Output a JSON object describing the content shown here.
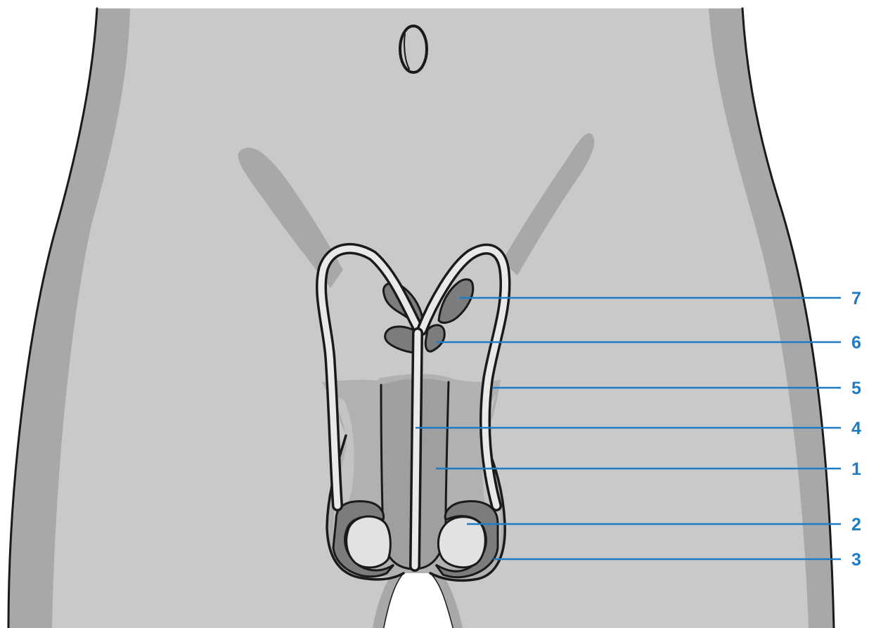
{
  "colors": {
    "background": "#ffffff",
    "body_fill": "#c8c9cb",
    "shadow_fill": "#a7a8aa",
    "organ_mid": "#9e9fa1",
    "organ_dark": "#7b7c7e",
    "tube_light": "#e9e9ea",
    "outline": "#1a1a1a",
    "callout": "#1f7cc1"
  },
  "labels": [
    {
      "id": "7",
      "text": "7"
    },
    {
      "id": "6",
      "text": "6"
    },
    {
      "id": "5",
      "text": "5"
    },
    {
      "id": "4",
      "text": "4"
    },
    {
      "id": "1",
      "text": "1"
    },
    {
      "id": "2",
      "text": "2"
    },
    {
      "id": "3",
      "text": "3"
    }
  ]
}
